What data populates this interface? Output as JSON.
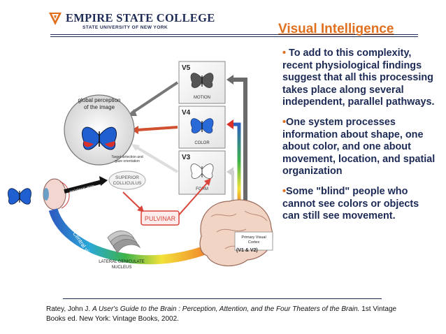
{
  "header": {
    "org_name": "EMPIRE STATE COLLEGE",
    "org_subtitle": "STATE UNIVERSITY OF NEW YORK"
  },
  "slide": {
    "title": "Visual Intelligence",
    "bullets": [
      "To add to this complexity, recent physiological findings suggest that all this processing takes place along several independent, parallel pathways.",
      "One system processes information about shape, one about color, and one about movement, location, and spatial organization",
      "Some \"blind\" people who cannot see colors or objects can still see movement."
    ]
  },
  "diagram": {
    "areas": {
      "v5": "V5",
      "v5_label": "MOTION",
      "v4": "V4",
      "v4_label": "COLOR",
      "v3": "V3",
      "v3_label": "FORM"
    },
    "global_perception": [
      "global perception",
      "of the image"
    ],
    "target_detection": [
      "Target detection and",
      "gaze orientation"
    ],
    "superior_colliculus": [
      "SUPERIOR",
      "COLLICULUS"
    ],
    "pulvinar": "PULVINAR",
    "peripheral_vision": "peripheral vision",
    "central_vision": "Central vision",
    "lgn": [
      "LATERAL GENICULATE",
      "NUCLEUS"
    ],
    "primary_cortex": [
      "Primary Visual",
      "Cortex"
    ],
    "v1v2": "(V1 & V2)"
  },
  "citation": {
    "author": "Ratey, John J.",
    "book_title": "A User's Guide to the Brain : Perception, Attention, and the Four Theaters of the Brain.",
    "edition": "1st Vintage Books ed. New York: Vintage Books, 2002."
  },
  "colors": {
    "navy": "#1d2a55",
    "orange": "#e07020",
    "pulvinar_red": "#d9453a"
  }
}
